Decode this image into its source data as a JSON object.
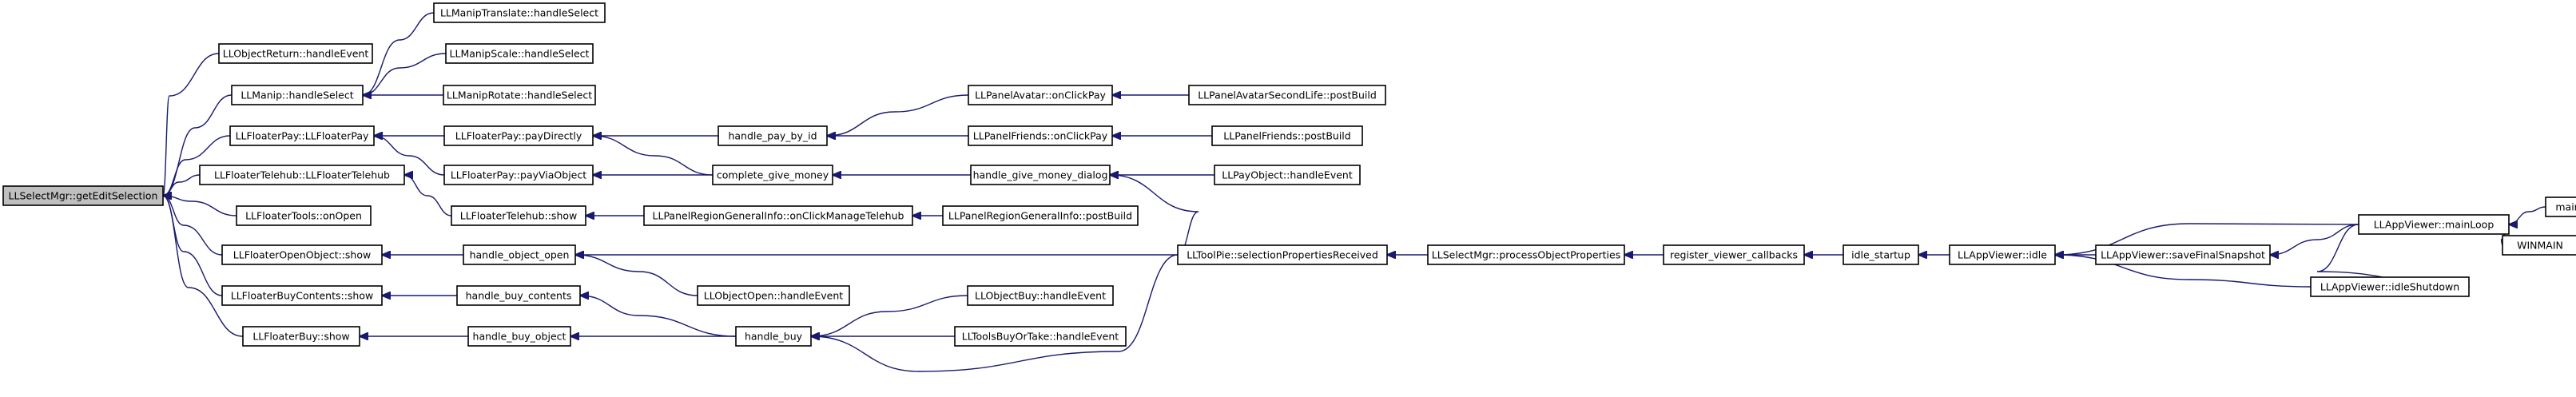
{
  "graph": {
    "nodes": [
      {
        "id": "n0",
        "label": "LLSelectMgr::getEditSelection",
        "root": true
      },
      {
        "id": "n1",
        "label": "LLObjectReturn::handleEvent"
      },
      {
        "id": "n2",
        "label": "LLManip::handleSelect"
      },
      {
        "id": "n3",
        "label": "LLFloaterPay::LLFloaterPay"
      },
      {
        "id": "n4",
        "label": "LLFloaterTelehub::LLFloaterTelehub"
      },
      {
        "id": "n5",
        "label": "LLFloaterTools::onOpen"
      },
      {
        "id": "n6",
        "label": "LLFloaterOpenObject::show"
      },
      {
        "id": "n7",
        "label": "LLFloaterBuyContents::show"
      },
      {
        "id": "n8",
        "label": "LLFloaterBuy::show"
      },
      {
        "id": "n9",
        "label": "LLManipTranslate::handleSelect"
      },
      {
        "id": "n10",
        "label": "LLManipScale::handleSelect"
      },
      {
        "id": "n11",
        "label": "LLManipRotate::handleSelect"
      },
      {
        "id": "n12",
        "label": "LLFloaterPay::payDirectly"
      },
      {
        "id": "n13",
        "label": "LLFloaterPay::payViaObject"
      },
      {
        "id": "n14",
        "label": "LLFloaterTelehub::show"
      },
      {
        "id": "n15",
        "label": "handle_object_open"
      },
      {
        "id": "n16",
        "label": "handle_buy_contents"
      },
      {
        "id": "n17",
        "label": "handle_buy_object"
      },
      {
        "id": "n18",
        "label": "handle_pay_by_id"
      },
      {
        "id": "n19",
        "label": "complete_give_money"
      },
      {
        "id": "n20",
        "label": "LLPanelRegionGeneralInfo::onClickManageTelehub"
      },
      {
        "id": "n21",
        "label": "LLObjectOpen::handleEvent"
      },
      {
        "id": "n22",
        "label": "handle_buy"
      },
      {
        "id": "n23",
        "label": "LLPanelAvatar::onClickPay"
      },
      {
        "id": "n24",
        "label": "LLPanelFriends::onClickPay"
      },
      {
        "id": "n25",
        "label": "handle_give_money_dialog"
      },
      {
        "id": "n26",
        "label": "LLPanelRegionGeneralInfo::postBuild"
      },
      {
        "id": "n27",
        "label": "LLToolPie::selectionPropertiesReceived"
      },
      {
        "id": "n28",
        "label": "LLObjectBuy::handleEvent"
      },
      {
        "id": "n29",
        "label": "LLToolsBuyOrTake::handleEvent"
      },
      {
        "id": "n30",
        "label": "LLPanelAvatarSecondLife::postBuild"
      },
      {
        "id": "n31",
        "label": "LLPanelFriends::postBuild"
      },
      {
        "id": "n32",
        "label": "LLPayObject::handleEvent"
      },
      {
        "id": "n33",
        "label": "LLSelectMgr::processObjectProperties"
      },
      {
        "id": "n34",
        "label": "register_viewer_callbacks"
      },
      {
        "id": "n35",
        "label": "idle_startup"
      },
      {
        "id": "n36",
        "label": "LLAppViewer::idle"
      },
      {
        "id": "n37",
        "label": "LLAppViewer::saveFinalSnapshot"
      },
      {
        "id": "n38",
        "label": "LLAppViewer::idleShutdown"
      },
      {
        "id": "n39",
        "label": "LLAppViewer::mainLoop"
      },
      {
        "id": "n40",
        "label": "main"
      },
      {
        "id": "n41",
        "label": "WINMAIN"
      }
    ],
    "edges": [
      {
        "from": "n1",
        "to": "n0"
      },
      {
        "from": "n2",
        "to": "n0"
      },
      {
        "from": "n3",
        "to": "n0"
      },
      {
        "from": "n4",
        "to": "n0"
      },
      {
        "from": "n5",
        "to": "n0"
      },
      {
        "from": "n6",
        "to": "n0"
      },
      {
        "from": "n7",
        "to": "n0"
      },
      {
        "from": "n8",
        "to": "n0"
      },
      {
        "from": "n9",
        "to": "n2"
      },
      {
        "from": "n10",
        "to": "n2"
      },
      {
        "from": "n11",
        "to": "n2"
      },
      {
        "from": "n12",
        "to": "n3"
      },
      {
        "from": "n13",
        "to": "n3"
      },
      {
        "from": "n14",
        "to": "n4"
      },
      {
        "from": "n15",
        "to": "n6"
      },
      {
        "from": "n16",
        "to": "n7"
      },
      {
        "from": "n17",
        "to": "n8"
      },
      {
        "from": "n18",
        "to": "n12"
      },
      {
        "from": "n19",
        "to": "n12"
      },
      {
        "from": "n19",
        "to": "n13"
      },
      {
        "from": "n20",
        "to": "n14"
      },
      {
        "from": "n21",
        "to": "n15"
      },
      {
        "from": "n27",
        "to": "n15"
      },
      {
        "from": "n22",
        "to": "n16"
      },
      {
        "from": "n22",
        "to": "n17"
      },
      {
        "from": "n23",
        "to": "n18"
      },
      {
        "from": "n24",
        "to": "n18"
      },
      {
        "from": "n25",
        "to": "n19"
      },
      {
        "from": "n26",
        "to": "n20"
      },
      {
        "from": "n28",
        "to": "n22"
      },
      {
        "from": "n29",
        "to": "n22"
      },
      {
        "from": "n27",
        "to": "n22"
      },
      {
        "from": "n30",
        "to": "n23"
      },
      {
        "from": "n31",
        "to": "n24"
      },
      {
        "from": "n32",
        "to": "n25"
      },
      {
        "from": "n27",
        "to": "n25"
      },
      {
        "from": "n33",
        "to": "n27"
      },
      {
        "from": "n34",
        "to": "n33"
      },
      {
        "from": "n35",
        "to": "n34"
      },
      {
        "from": "n36",
        "to": "n35"
      },
      {
        "from": "n39",
        "to": "n36"
      },
      {
        "from": "n37",
        "to": "n36"
      },
      {
        "from": "n38",
        "to": "n36"
      },
      {
        "from": "n39",
        "to": "n37"
      },
      {
        "from": "n39",
        "to": "n38"
      },
      {
        "from": "n40",
        "to": "n39"
      },
      {
        "from": "n41",
        "to": "n39"
      }
    ]
  }
}
